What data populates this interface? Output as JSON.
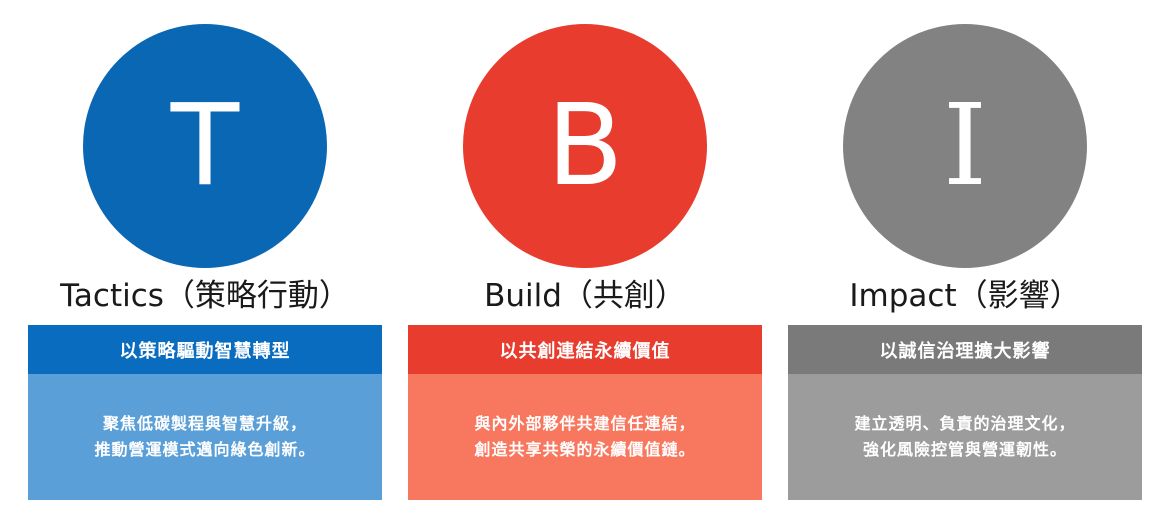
{
  "pillars": [
    {
      "letter": "T",
      "title": "Tactics（策略行動）",
      "subtitle": "以策略驅動智慧轉型",
      "desc_lines": [
        "聚焦低碳製程與智慧升級，",
        "推動營運模式邁向綠色創新。"
      ],
      "colors": {
        "circle": "#0A67B4",
        "bar": "#0A6CBF",
        "box": "#5B9FD8"
      }
    },
    {
      "letter": "B",
      "title": "Build（共創）",
      "subtitle": "以共創連結永續價值",
      "desc_lines": [
        "與內外部夥伴共建信任連結，",
        "創造共享共榮的永續價值鏈。"
      ],
      "colors": {
        "circle": "#E73C2E",
        "bar": "#E73C2E",
        "box": "#F8785F"
      }
    },
    {
      "letter": "I",
      "title": "Impact（影響）",
      "subtitle": "以誠信治理擴大影響",
      "desc_lines": [
        "建立透明、負責的治理文化，",
        "強化風險控管與營運韌性。"
      ],
      "colors": {
        "circle": "#828282",
        "bar": "#7A7A7A",
        "box": "#9C9C9C"
      }
    }
  ]
}
